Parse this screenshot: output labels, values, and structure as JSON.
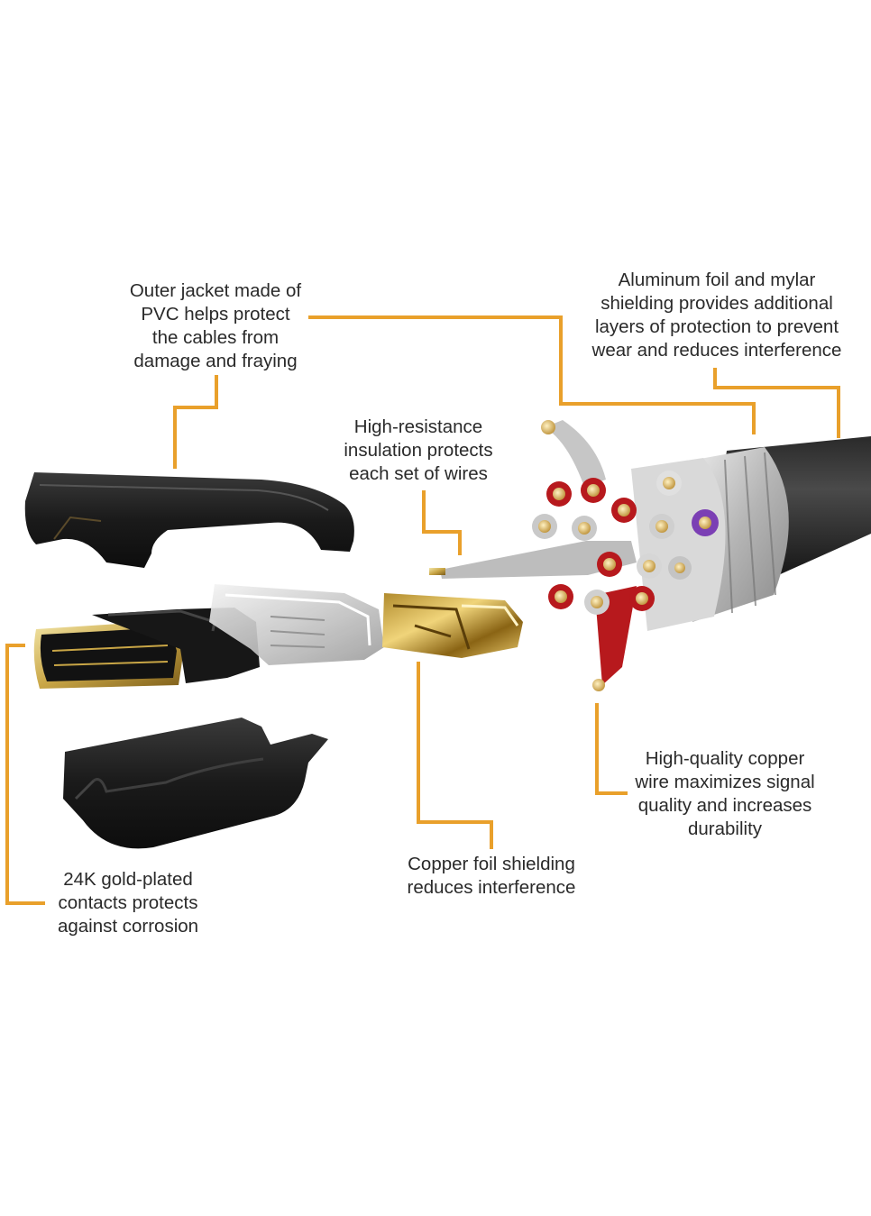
{
  "colors": {
    "leader": "#e9a02b",
    "jacket": "#1c1c1c",
    "gold": "#c9a646",
    "copper_red": "#b7191d",
    "purple": "#7b3fb4",
    "silver": "#c9c9c9",
    "background": "#ffffff"
  },
  "callouts": {
    "outer_jacket": [
      "Outer jacket made of",
      "PVC helps protect",
      "the cables from",
      "damage and fraying"
    ],
    "aluminum_foil": [
      "Aluminum foil and mylar",
      "shielding provides additional",
      "layers of protection to prevent",
      "wear and reduces interference"
    ],
    "insulation": [
      "High-resistance",
      "insulation protects",
      "each set of wires"
    ],
    "copper_wire": [
      "High-quality copper",
      "wire maximizes signal",
      "quality and increases",
      "durability"
    ],
    "copper_foil": [
      "Copper foil shielding",
      "reduces interference"
    ],
    "gold_contacts": [
      "24K gold-plated",
      "contacts protects",
      "against corrosion"
    ]
  }
}
